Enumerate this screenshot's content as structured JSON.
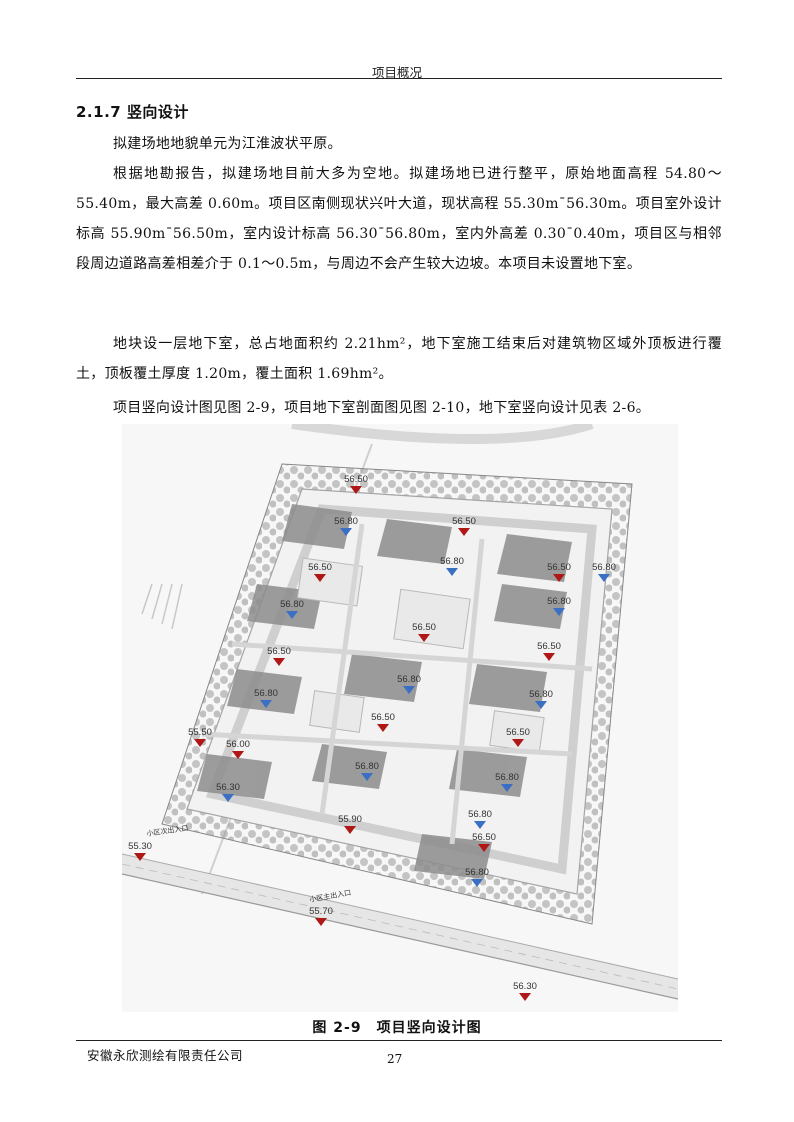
{
  "header": {
    "title": "项目概况"
  },
  "section": {
    "heading": "2.1.7 竖向设计"
  },
  "paragraphs": [
    "拟建场地地貌单元为江淮波状平原。",
    "根据地勘报告，拟建场地目前大多为空地。拟建场地已进行整平，原始地面高程 54.80～55.40m，最大高差 0.60m。项目区南侧现状兴叶大道，现状高程 55.30m¯56.30m。项目室外设计标高 55.90m¯56.50m，室内设计标高 56.30¯56.80m，室内外高差 0.30¯0.40m，项目区与相邻段周边道路高差相差介于 0.1～0.5m，与周边不会产生较大边坡。本项目未设置地下室。",
    "地块设一层地下室，总占地面积约 2.21hm²，地下室施工结束后对建筑物区域外顶板进行覆土，顶板覆土厚度 1.20m，覆土面积 1.69hm²。",
    "项目竖向设计图见图 2-9，项目地下室剖面图见图 2-10，地下室竖向设计见表 2-6。"
  ],
  "figure": {
    "caption": "图 2-9　项目竖向设计图",
    "entrance_labels": {
      "secondary": "小区次出入口",
      "main": "小区主出入口"
    },
    "elevation_markers": [
      {
        "value": "56.50",
        "color": "red"
      },
      {
        "value": "56.80",
        "color": "blue"
      },
      {
        "value": "56.50",
        "color": "red"
      },
      {
        "value": "56.80",
        "color": "blue"
      },
      {
        "value": "56.50",
        "color": "red"
      },
      {
        "value": "56.50",
        "color": "red"
      },
      {
        "value": "56.80",
        "color": "blue"
      },
      {
        "value": "56.80",
        "color": "blue"
      },
      {
        "value": "56.80",
        "color": "blue"
      },
      {
        "value": "56.50",
        "color": "red"
      },
      {
        "value": "56.50",
        "color": "red"
      },
      {
        "value": "56.50",
        "color": "red"
      },
      {
        "value": "56.80",
        "color": "blue"
      },
      {
        "value": "56.80",
        "color": "blue"
      },
      {
        "value": "56.80",
        "color": "blue"
      },
      {
        "value": "56.50",
        "color": "red"
      },
      {
        "value": "56.50",
        "color": "red"
      },
      {
        "value": "55.50",
        "color": "red"
      },
      {
        "value": "56.00",
        "color": "red"
      },
      {
        "value": "56.80",
        "color": "blue"
      },
      {
        "value": "56.80",
        "color": "blue"
      },
      {
        "value": "56.30",
        "color": "blue"
      },
      {
        "value": "56.80",
        "color": "blue"
      },
      {
        "value": "55.90",
        "color": "red"
      },
      {
        "value": "56.50",
        "color": "red"
      },
      {
        "value": "55.30",
        "color": "red"
      },
      {
        "value": "56.80",
        "color": "blue"
      },
      {
        "value": "55.70",
        "color": "red"
      },
      {
        "value": "56.30",
        "color": "red"
      }
    ],
    "colors": {
      "red_marker": "#b01818",
      "blue_marker": "#3a6fc4"
    }
  },
  "footer": {
    "company": "安徽永欣测绘有限责任公司",
    "page_number": "27"
  }
}
